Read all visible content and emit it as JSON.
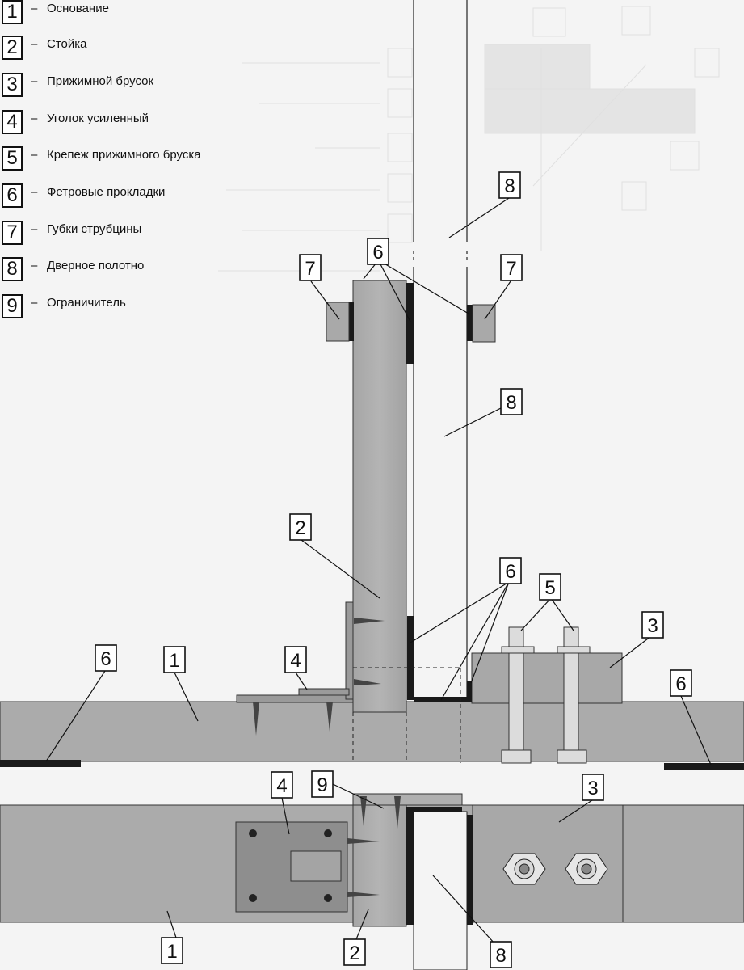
{
  "legend": [
    {
      "num": "1",
      "text": "Основание"
    },
    {
      "num": "2",
      "text": "Стойка"
    },
    {
      "num": "3",
      "text": "Прижимной брусок"
    },
    {
      "num": "4",
      "text": "Уголок усиленный"
    },
    {
      "num": "5",
      "text": "Крепеж прижимного бруска"
    },
    {
      "num": "6",
      "text": "Фетровые прокладки"
    },
    {
      "num": "7",
      "text": "Губки струбцины"
    },
    {
      "num": "8",
      "text": "Дверное полотно"
    },
    {
      "num": "9",
      "text": "Ограничитель"
    }
  ],
  "dash": "–",
  "callouts": {
    "c8_top": "8",
    "c6_top": "6",
    "c7_left": "7",
    "c7_right": "7",
    "c8_mid": "8",
    "c2_mid": "2",
    "c6_mid": "6",
    "c5": "5",
    "c3_top": "3",
    "c6_left": "6",
    "c1_top": "1",
    "c4_top": "4",
    "c6_right": "6",
    "c9": "9",
    "c4_plan": "4",
    "c3_plan": "3",
    "c1_bottom": "1",
    "c2_bottom": "2",
    "c8_bottom": "8"
  },
  "colors": {
    "part_fill": "#a9a9a9",
    "part_dark": "#8f8f8f",
    "felt": "#1a1a1a",
    "line": "#222222",
    "paper": "#f4f4f4"
  }
}
